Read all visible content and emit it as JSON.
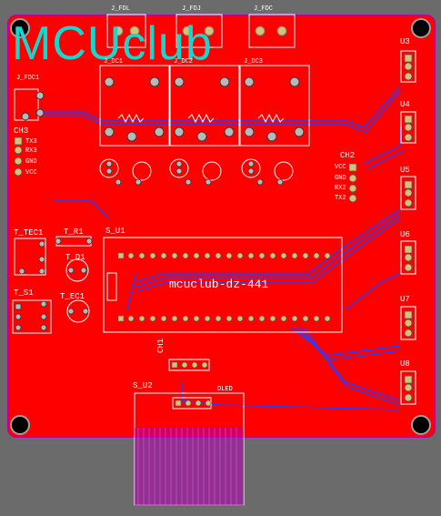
{
  "board": {
    "title": "MCUclub",
    "mcu_label": "mcuclub-dz-441"
  },
  "components": {
    "j_fdl": "J_FDL",
    "j_fdj": "J_FDJ",
    "j_fdc": "J_FDC",
    "j_dc1": "J_DC1",
    "j_dc2": "J_DC2",
    "j_dc3": "J_DC3",
    "j_fdc1": "J_FDC1",
    "ch3": "CH3",
    "ch2": "CH2",
    "ch1": "CH1",
    "u3": "U3",
    "u4": "U4",
    "u5": "U5",
    "u6": "U6",
    "u7": "U7",
    "u8": "U8",
    "t_tec1": "T_TEC1",
    "t_r1": "T_R1",
    "t_d1": "T_D1",
    "t_ec1": "T_EC1",
    "t_s1": "T_S1",
    "s_u1": "S_U1",
    "s_u2": "S_U2",
    "oled": "OLED"
  },
  "pin_labels": {
    "ch3": [
      "TX3",
      "RX3",
      "GND",
      "VCC"
    ],
    "ch2": [
      "VCC",
      "GND",
      "RX2",
      "TX2"
    ]
  },
  "colors": {
    "board": "#ff0000",
    "outline": "#b000b0",
    "title": "#11d9d0",
    "trace": "#2a3cff",
    "silk": "#ffffff",
    "pad": "#d4c27a"
  }
}
